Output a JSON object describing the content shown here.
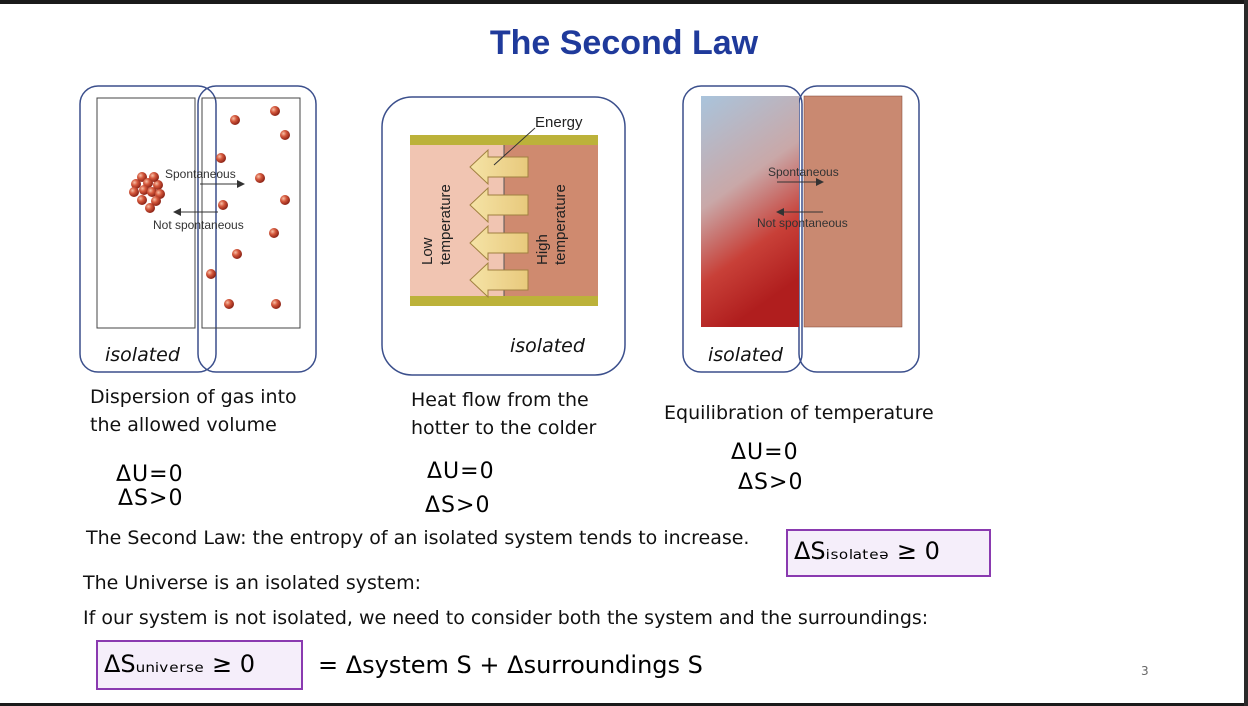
{
  "title": "The Second Law",
  "panels": [
    {
      "isolated_label": "isolated",
      "arrow_forward": "Spontaneous",
      "arrow_back": "Not spontaneous",
      "caption_line1": "Dispersion of gas into",
      "caption_line2": "the allowed volume",
      "hand_line1": "ΔU=0",
      "hand_line2": "ΔS>0"
    },
    {
      "isolated_label": "isolated",
      "energy_label": "Energy",
      "low_temp_line1": "Low",
      "low_temp_line2": "temperature",
      "high_temp_line1": "High",
      "high_temp_line2": "temperature",
      "caption_line1": "Heat flow from the",
      "caption_line2": "hotter to the colder",
      "hand_line1": "ΔU=0",
      "hand_line2": "ΔS>0"
    },
    {
      "isolated_label": "isolated",
      "arrow_forward": "Spontaneous",
      "arrow_back": "Not spontaneous",
      "caption_line1": "Equilibration of temperature",
      "hand_line1": "ΔU=0",
      "hand_line2": "ΔS>0"
    }
  ],
  "second_law_statement": "The Second Law: the entropy of an isolated system tends to increase.",
  "isolated_inequality": "ΔSᵢₛₒₗₐₜₑₔ ≥ 0",
  "universe_statement": "The Universe is an isolated system:",
  "non_isolated_statement": "If our system is not isolated, we need to consider both the system and the surroundings:",
  "universe_inequality": "ΔSᵤₙᵢᵥₑᵣₛₑ ≥ 0",
  "universe_sum": "=  Δsystem S  +  Δsurroundings S",
  "slide_number": "3",
  "colors": {
    "title": "#1f3a9b",
    "box_border": "#8a3ab0",
    "panel_border": "#3b4f8c",
    "particle": "#c0392b"
  }
}
